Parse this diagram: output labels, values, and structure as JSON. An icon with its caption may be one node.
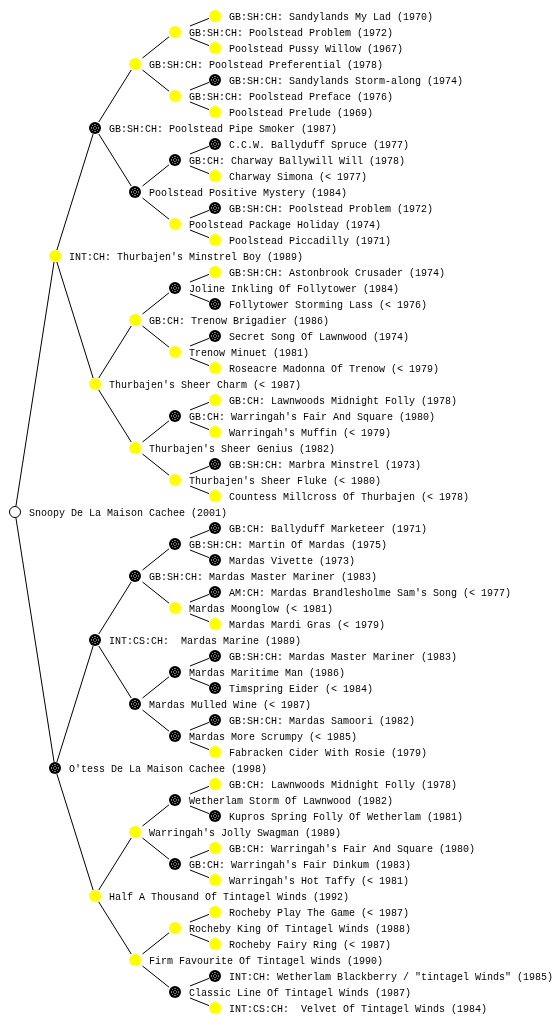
{
  "diagram": {
    "nodes": [
      {
        "text": [
          "GB:SH:CH: Sandylands My Lad (1970)"
        ]
      },
      {
        "text": [
          "GB:SH:CH: Poolstead Problem (1972)"
        ]
      },
      {
        "text": [
          "Poolstead Pussy Willow (1967)"
        ]
      },
      {
        "text": [
          "GB:SH:CH: Poolstead Preferential (1978)"
        ]
      },
      {
        "text": [
          "GB:SH:CH: Sandylands Storm-along (1974)"
        ]
      },
      {
        "text": [
          "GB:SH:CH: Poolstead Preface (1976)"
        ]
      },
      {
        "text": [
          "Poolstead Prelude (1969)"
        ]
      },
      {
        "text": [
          "GB:SH:CH: Poolstead Pipe Smoker (1987)"
        ]
      },
      {
        "text": [
          "C.C.W. Ballyduff Spruce (1977)"
        ]
      },
      {
        "text": [
          "GB:CH: Charway Ballywill Will (1978)"
        ]
      },
      {
        "text": [
          "Charway Simona (< 1977)"
        ]
      },
      {
        "text": [
          "Poolstead Positive Mystery (1984)"
        ]
      },
      {
        "text": [
          "GB:SH:CH: Poolstead Problem (1972)"
        ]
      },
      {
        "text": [
          "Poolstead Package Holiday (1974)"
        ]
      },
      {
        "text": [
          "Poolstead Piccadilly (1971)"
        ]
      },
      {
        "text": [
          "INT:CH: Thurbajen's Minstrel Boy (1989)"
        ]
      },
      {
        "text": [
          "GB:SH:CH: Astonbrook Crusader (1974)"
        ]
      },
      {
        "text": [
          "Joline Inkling Of Follytower (1984)"
        ]
      },
      {
        "text": [
          "Follytower Storming Lass (< 1976)"
        ]
      },
      {
        "text": [
          "GB:CH: Trenow Brigadier (1986)"
        ]
      },
      {
        "text": [
          "Secret Song Of Lawnwood (1974)"
        ]
      },
      {
        "text": [
          "Trenow Minuet (1981)"
        ]
      },
      {
        "text": [
          "Roseacre Madonna Of Trenow (< 1979)"
        ]
      },
      {
        "text": [
          "Thurbajen's Sheer Charm (< 1987)"
        ]
      },
      {
        "text": [
          "GB:CH: Lawnwoods Midnight Folly (1978)"
        ]
      },
      {
        "text": [
          "GB:CH: Warringah's Fair And Square (1980)"
        ]
      },
      {
        "text": [
          "Warringah's Muffin (< 1979)"
        ]
      },
      {
        "text": [
          "Thurbajen's Sheer Genius (1982)"
        ]
      },
      {
        "text": [
          "GB:SH:CH: Marbra Minstrel (1973)"
        ]
      },
      {
        "text": [
          "Thurbajen's Sheer Fluke (< 1980)"
        ]
      },
      {
        "text": [
          "Countess Millcross Of Thurbajen (< 1978)"
        ]
      },
      {
        "text": [
          "Snoopy De La Maison Cachee (2001)"
        ]
      },
      {
        "text": [
          "GB:CH: Ballyduff Marketeer (1971)"
        ]
      },
      {
        "text": [
          "GB:SH:CH: Martin Of Mardas (1975)"
        ]
      },
      {
        "text": [
          "Mardas Vivette (1973)"
        ]
      },
      {
        "text": [
          "GB:SH:CH: Mardas Master Mariner (1983)"
        ]
      },
      {
        "text": [
          "AM:CH: Mardas Brandlesholme Sam's Song (< 1977)"
        ]
      },
      {
        "text": [
          "Mardas Moonglow (< 1981)"
        ]
      },
      {
        "text": [
          "Mardas Mardi Gras (< 1979)"
        ]
      },
      {
        "text": [
          "INT:CS:CH:  Mardas Marine (1989)"
        ]
      },
      {
        "text": [
          "GB:SH:CH: Mardas Master Mariner (1983)"
        ]
      },
      {
        "text": [
          "Mardas Maritime Man (1986)"
        ]
      },
      {
        "text": [
          "Timspring Eider (< 1984)"
        ]
      },
      {
        "text": [
          "Mardas Mulled Wine (< 1987)"
        ]
      },
      {
        "text": [
          "GB:SH:CH: Mardas Samoori (1982)"
        ]
      },
      {
        "text": [
          "Mardas More Scrumpy (< 1985)"
        ]
      },
      {
        "text": [
          "Fabracken Cider With Rosie (1979)"
        ]
      },
      {
        "text": [
          "O'tess De La Maison Cachee (1998)"
        ]
      },
      {
        "text": [
          "GB:CH: Lawnwoods Midnight Folly (1978)"
        ]
      },
      {
        "text": [
          "Wetherlam Storm Of Lawnwood (1982)"
        ]
      },
      {
        "text": [
          "Kupros Spring Folly Of Wetherlam (1981)"
        ]
      },
      {
        "text": [
          "Warringah's Jolly Swagman (1989)"
        ]
      },
      {
        "text": [
          "GB:CH: Warringah's Fair And Square (1980)"
        ]
      },
      {
        "text": [
          "GB:CH: Warringah's Fair Dinkum (1983)"
        ]
      },
      {
        "text": [
          "Warringah's Hot Taffy (< 1981)"
        ]
      },
      {
        "text": [
          "Half A Thousand Of Tintagel Winds (1992)"
        ]
      },
      {
        "text": [
          "Rocheby Play The Game (< 1987)"
        ]
      },
      {
        "text": [
          "Rocheby King Of Tintagel Winds (1988)"
        ]
      },
      {
        "text": [
          "Rocheby Fairy Ring (< 1987)"
        ]
      },
      {
        "text": [
          "Firm Favourite Of Tintagel Winds (1990)"
        ]
      },
      {
        "text": [
          "INT:CH: Wetherlam Blackberry / \"tintagel Winds\" (1985)"
        ]
      },
      {
        "text": [
          "Classic Line Of Tintagel Winds (1987)"
        ]
      },
      {
        "text": [
          "INT:CS:CH:  Velvet Of Tintagel Winds (1984)"
        ]
      }
    ],
    "edges": [
      {
        "from": 31,
        "to": 15,
        "arrow": "none"
      },
      {
        "from": 31,
        "to": 47,
        "arrow": "none"
      },
      {
        "from": 15,
        "to": 7,
        "arrow": "none"
      },
      {
        "from": 15,
        "to": 23,
        "arrow": "none"
      },
      {
        "from": 47,
        "to": 39,
        "arrow": "none"
      },
      {
        "from": 47,
        "to": 55,
        "arrow": "none"
      },
      {
        "from": 7,
        "to": 3,
        "arrow": "none"
      },
      {
        "from": 7,
        "to": 11,
        "arrow": "none"
      },
      {
        "from": 23,
        "to": 19,
        "arrow": "none"
      },
      {
        "from": 23,
        "to": 27,
        "arrow": "none"
      },
      {
        "from": 39,
        "to": 35,
        "arrow": "none"
      },
      {
        "from": 39,
        "to": 43,
        "arrow": "none"
      },
      {
        "from": 55,
        "to": 51,
        "arrow": "none"
      },
      {
        "from": 55,
        "to": 59,
        "arrow": "none"
      },
      {
        "from": 3,
        "to": 1,
        "arrow": "none"
      },
      {
        "from": 3,
        "to": 5,
        "arrow": "none"
      },
      {
        "from": 11,
        "to": 9,
        "arrow": "none"
      },
      {
        "from": 11,
        "to": 13,
        "arrow": "none"
      },
      {
        "from": 19,
        "to": 17,
        "arrow": "none"
      },
      {
        "from": 19,
        "to": 21,
        "arrow": "none"
      },
      {
        "from": 27,
        "to": 25,
        "arrow": "none"
      },
      {
        "from": 27,
        "to": 29,
        "arrow": "none"
      },
      {
        "from": 35,
        "to": 33,
        "arrow": "none"
      },
      {
        "from": 35,
        "to": 37,
        "arrow": "none"
      },
      {
        "from": 43,
        "to": 41,
        "arrow": "none"
      },
      {
        "from": 43,
        "to": 45,
        "arrow": "none"
      },
      {
        "from": 51,
        "to": 49,
        "arrow": "none"
      },
      {
        "from": 51,
        "to": 53,
        "arrow": "none"
      },
      {
        "from": 59,
        "to": 57,
        "arrow": "none"
      },
      {
        "from": 59,
        "to": 61,
        "arrow": "none"
      },
      {
        "from": 1,
        "to": 0,
        "arrow": "none"
      },
      {
        "from": 1,
        "to": 2,
        "arrow": "none"
      },
      {
        "from": 5,
        "to": 4,
        "arrow": "none"
      },
      {
        "from": 5,
        "to": 6,
        "arrow": "none"
      },
      {
        "from": 9,
        "to": 8,
        "arrow": "none"
      },
      {
        "from": 9,
        "to": 10,
        "arrow": "none"
      },
      {
        "from": 13,
        "to": 12,
        "arrow": "none"
      },
      {
        "from": 13,
        "to": 14,
        "arrow": "none"
      },
      {
        "from": 17,
        "to": 16,
        "arrow": "none"
      },
      {
        "from": 17,
        "to": 18,
        "arrow": "none"
      },
      {
        "from": 21,
        "to": 20,
        "arrow": "none"
      },
      {
        "from": 21,
        "to": 22,
        "arrow": "none"
      },
      {
        "from": 25,
        "to": 24,
        "arrow": "none"
      },
      {
        "from": 25,
        "to": 26,
        "arrow": "none"
      },
      {
        "from": 29,
        "to": 28,
        "arrow": "none"
      },
      {
        "from": 29,
        "to": 30,
        "arrow": "none"
      },
      {
        "from": 33,
        "to": 32,
        "arrow": "none"
      },
      {
        "from": 33,
        "to": 34,
        "arrow": "none"
      },
      {
        "from": 37,
        "to": 36,
        "arrow": "none"
      },
      {
        "from": 37,
        "to": 38,
        "arrow": "none"
      },
      {
        "from": 41,
        "to": 40,
        "arrow": "none"
      },
      {
        "from": 41,
        "to": 42,
        "arrow": "none"
      },
      {
        "from": 45,
        "to": 44,
        "arrow": "none"
      },
      {
        "from": 45,
        "to": 46,
        "arrow": "none"
      },
      {
        "from": 49,
        "to": 48,
        "arrow": "none"
      },
      {
        "from": 49,
        "to": 50,
        "arrow": "none"
      },
      {
        "from": 53,
        "to": 52,
        "arrow": "none"
      },
      {
        "from": 53,
        "to": 54,
        "arrow": "none"
      },
      {
        "from": 57,
        "to": 56,
        "arrow": "none"
      },
      {
        "from": 57,
        "to": 58,
        "arrow": "none"
      },
      {
        "from": 61,
        "to": 60,
        "arrow": "none"
      },
      {
        "from": 61,
        "to": 62,
        "arrow": "none"
      }
    ]
  }
}
